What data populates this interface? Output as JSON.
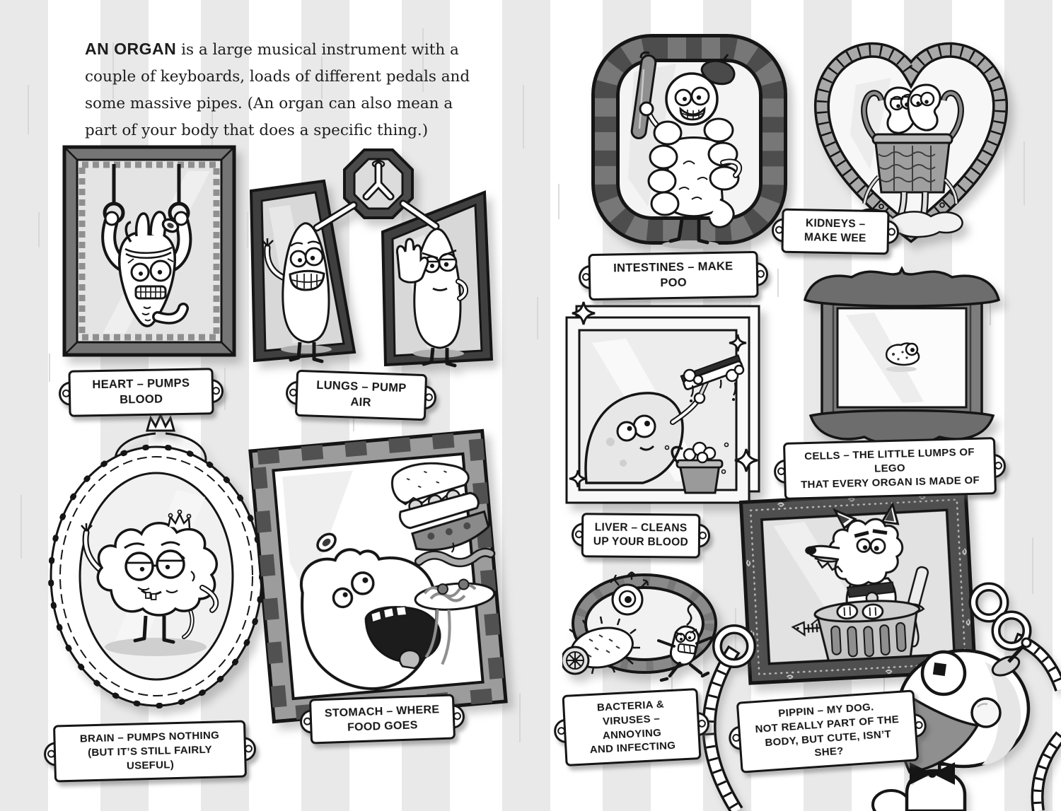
{
  "intro": {
    "lead": "AN ORGAN",
    "rest": " is a large musical instrument with a couple of keyboards, loads of different pedals and some massive pipes. (An organ can also mean a part of your body that does a specific thing.)"
  },
  "plaques": [
    {
      "id": "heart",
      "name": "HEART",
      "rest": " – PUMPS BLOOD"
    },
    {
      "id": "lungs",
      "name": "LUNGS",
      "rest": " – PUMP AIR"
    },
    {
      "id": "brain",
      "name": "BRAIN",
      "rest": " – PUMPS NOTHING\n(BUT IT’S STILL FAIRLY USEFUL)"
    },
    {
      "id": "stomach",
      "name": "STOMACH",
      "rest": " – WHERE\nFOOD GOES"
    },
    {
      "id": "intestines",
      "name": "INTESTINES",
      "rest": " – MAKE POO"
    },
    {
      "id": "kidneys",
      "name": "KIDNEYS",
      "rest": " –\nMAKE WEE"
    },
    {
      "id": "cells",
      "name": "CELLS",
      "rest": " – THE LITTLE LUMPS OF LEGO\nTHAT EVERY ORGAN IS MADE OF"
    },
    {
      "id": "liver",
      "name": "LIVER",
      "rest": " – CLEANS\nUP YOUR BLOOD"
    },
    {
      "id": "bacteria",
      "name": "BACTERIA &\nVIRUSES",
      "rest": " – ANNOYING\nAND INFECTING"
    },
    {
      "id": "pippin",
      "name": "PIPPIN",
      "rest": " – MY DOG.\nNOT REALLY PART OF THE\nBODY, BUT CUTE, ISN’T SHE?"
    }
  ],
  "scenes": {
    "heart": "heart-gymnast-on-rings",
    "lungs": "happy-lung-and-grumpy-lung",
    "trachea": "windpipe-in-octagon-frame",
    "brain": "brain-with-glasses-and-crown",
    "stomach": "stomach-eating-food-stack",
    "intestines": "intestine-artist-with-beret",
    "kidneys": "kidneys-in-basket-weeing",
    "liver": "liver-window-cleaner-squeegee",
    "cells": "tiny-cell-in-big-frame",
    "bacteria": "bacteria-and-viruses-escaping-oval-frame",
    "pippin": "dog-in-trash-can",
    "robot": "robot-with-tube-arms-holding-frame"
  },
  "colors": {
    "ink": "#151515",
    "paper": "#ffffff",
    "wall_stripe": "#e9e9e9",
    "frame_dark": "#4f4f4f",
    "frame_mid": "#7d7d7d",
    "glass": "#e4e4e4",
    "shadow": "#c9c9c9"
  }
}
